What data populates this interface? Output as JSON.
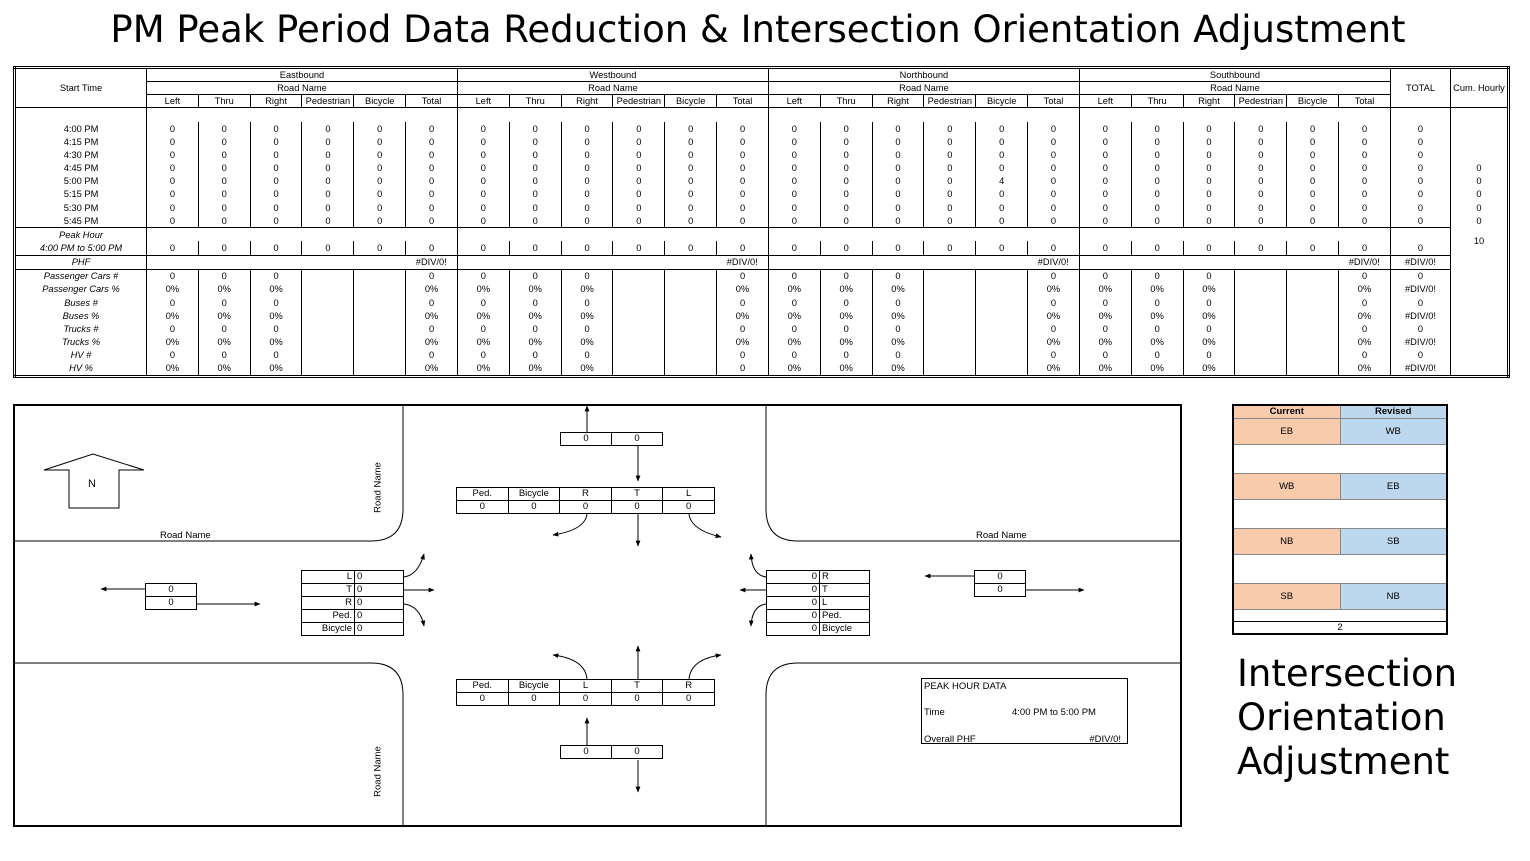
{
  "title": "PM Peak Period Data Reduction & Intersection Orientation Adjustment",
  "table": {
    "start_time_label": "Start Time",
    "total_label": "TOTAL",
    "cum_hourly_label": "Cum. Hourly",
    "approaches": [
      {
        "name": "Eastbound",
        "road": "Road Name"
      },
      {
        "name": "Westbound",
        "road": "Road Name"
      },
      {
        "name": "Northbound",
        "road": "Road Name"
      },
      {
        "name": "Southbound",
        "road": "Road Name"
      }
    ],
    "subcols": [
      "Left",
      "Thru",
      "Right",
      "Pedestrian",
      "Bicycle",
      "Total"
    ],
    "times": [
      "4:00 PM",
      "4:15 PM",
      "4:30 PM",
      "4:45 PM",
      "5:00 PM",
      "5:15 PM",
      "5:30 PM",
      "5:45 PM"
    ],
    "interval_rows": [
      [
        "0",
        "0",
        "0",
        "0",
        "0",
        "0",
        "0",
        "0",
        "0",
        "0",
        "0",
        "0",
        "0",
        "0",
        "0",
        "0",
        "0",
        "0",
        "0",
        "0",
        "0",
        "0",
        "0",
        "0",
        "0"
      ],
      [
        "0",
        "0",
        "0",
        "0",
        "0",
        "0",
        "0",
        "0",
        "0",
        "0",
        "0",
        "0",
        "0",
        "0",
        "0",
        "0",
        "0",
        "0",
        "0",
        "0",
        "0",
        "0",
        "0",
        "0",
        "0"
      ],
      [
        "0",
        "0",
        "0",
        "0",
        "0",
        "0",
        "0",
        "0",
        "0",
        "0",
        "0",
        "0",
        "0",
        "0",
        "0",
        "0",
        "0",
        "0",
        "0",
        "0",
        "0",
        "0",
        "0",
        "0",
        "0"
      ],
      [
        "0",
        "0",
        "0",
        "0",
        "0",
        "0",
        "0",
        "0",
        "0",
        "0",
        "0",
        "0",
        "0",
        "0",
        "0",
        "0",
        "0",
        "0",
        "0",
        "0",
        "0",
        "0",
        "0",
        "0",
        "0"
      ],
      [
        "0",
        "0",
        "0",
        "0",
        "0",
        "0",
        "0",
        "0",
        "0",
        "0",
        "0",
        "0",
        "0",
        "0",
        "0",
        "0",
        "4",
        "0",
        "0",
        "0",
        "0",
        "0",
        "0",
        "0",
        "0"
      ],
      [
        "0",
        "0",
        "0",
        "0",
        "0",
        "0",
        "0",
        "0",
        "0",
        "0",
        "0",
        "0",
        "0",
        "0",
        "0",
        "0",
        "0",
        "0",
        "0",
        "0",
        "0",
        "0",
        "0",
        "0",
        "0"
      ],
      [
        "0",
        "0",
        "0",
        "0",
        "0",
        "0",
        "0",
        "0",
        "0",
        "0",
        "0",
        "0",
        "0",
        "0",
        "0",
        "0",
        "0",
        "0",
        "0",
        "0",
        "0",
        "0",
        "0",
        "0",
        "0"
      ],
      [
        "0",
        "0",
        "0",
        "0",
        "0",
        "0",
        "0",
        "0",
        "0",
        "0",
        "0",
        "0",
        "0",
        "0",
        "0",
        "0",
        "0",
        "0",
        "0",
        "0",
        "0",
        "0",
        "0",
        "0",
        "0"
      ]
    ],
    "cum_hourly": [
      "",
      "",
      "",
      "0",
      "0",
      "0",
      "0",
      "0",
      "10"
    ],
    "peak_hour_label": "Peak Hour",
    "peak_hour_range": "4:00 PM to 5:00 PM",
    "peak_row": [
      "0",
      "0",
      "0",
      "0",
      "0",
      "0",
      "0",
      "0",
      "0",
      "0",
      "0",
      "0",
      "0",
      "0",
      "0",
      "0",
      "0",
      "0",
      "0",
      "0",
      "0",
      "0",
      "0",
      "0",
      "0"
    ],
    "phf_label": "PHF",
    "phf": [
      "#DIV/0!",
      "#DIV/0!",
      "#DIV/0!",
      "#DIV/0!",
      "#DIV/0!"
    ],
    "vehicle_rows": [
      {
        "label": "Passenger Cars #",
        "approaches": [
          [
            "0",
            "0",
            "0",
            "0"
          ],
          [
            "0",
            "0",
            "0",
            "0"
          ],
          [
            "0",
            "0",
            "0",
            "0"
          ],
          [
            "0",
            "0",
            "0",
            "0"
          ]
        ],
        "total": "0"
      },
      {
        "label": "Passenger Cars %",
        "approaches": [
          [
            "0%",
            "0%",
            "0%",
            "0%"
          ],
          [
            "0%",
            "0%",
            "0%",
            "0%"
          ],
          [
            "0%",
            "0%",
            "0%",
            "0%"
          ],
          [
            "0%",
            "0%",
            "0%",
            "0%"
          ]
        ],
        "total": "#DIV/0!"
      },
      {
        "label": "Buses #",
        "approaches": [
          [
            "0",
            "0",
            "0",
            "0"
          ],
          [
            "0",
            "0",
            "0",
            "0"
          ],
          [
            "0",
            "0",
            "0",
            "0"
          ],
          [
            "0",
            "0",
            "0",
            "0"
          ]
        ],
        "total": "0"
      },
      {
        "label": "Buses %",
        "approaches": [
          [
            "0%",
            "0%",
            "0%",
            "0%"
          ],
          [
            "0%",
            "0%",
            "0%",
            "0%"
          ],
          [
            "0%",
            "0%",
            "0%",
            "0%"
          ],
          [
            "0%",
            "0%",
            "0%",
            "0%"
          ]
        ],
        "total": "#DIV/0!"
      },
      {
        "label": "Trucks #",
        "approaches": [
          [
            "0",
            "0",
            "0",
            "0"
          ],
          [
            "0",
            "0",
            "0",
            "0"
          ],
          [
            "0",
            "0",
            "0",
            "0"
          ],
          [
            "0",
            "0",
            "0",
            "0"
          ]
        ],
        "total": "0"
      },
      {
        "label": "Trucks %",
        "approaches": [
          [
            "0%",
            "0%",
            "0%",
            "0%"
          ],
          [
            "0%",
            "0%",
            "0%",
            "0%"
          ],
          [
            "0%",
            "0%",
            "0%",
            "0%"
          ],
          [
            "0%",
            "0%",
            "0%",
            "0%"
          ]
        ],
        "total": "#DIV/0!"
      },
      {
        "label": "HV #",
        "approaches": [
          [
            "0",
            "0",
            "0",
            "0"
          ],
          [
            "0",
            "0",
            "0",
            "0"
          ],
          [
            "0",
            "0",
            "0",
            "0"
          ],
          [
            "0",
            "0",
            "0",
            "0"
          ]
        ],
        "total": "0"
      },
      {
        "label": "HV %",
        "approaches": [
          [
            "0%",
            "0%",
            "0%",
            "0%"
          ],
          [
            "0%",
            "0%",
            "0%",
            "0"
          ],
          [
            "0%",
            "0%",
            "0%",
            "0%"
          ],
          [
            "0%",
            "0%",
            "0%",
            "0%"
          ]
        ],
        "total": "#DIV/0!"
      }
    ]
  },
  "diagram": {
    "north_label": "N",
    "road_name": "Road Name",
    "north_in_out": [
      "0",
      "0"
    ],
    "south_in_out": [
      "0",
      "0"
    ],
    "west_in_out": [
      "0",
      "0"
    ],
    "east_in_out": [
      "0",
      "0"
    ],
    "top_box": {
      "headers": [
        "Ped.",
        "Bicycle",
        "R",
        "T",
        "L"
      ],
      "values": [
        "0",
        "0",
        "0",
        "0",
        "0"
      ]
    },
    "bottom_box": {
      "headers": [
        "Ped.",
        "Bicycle",
        "L",
        "T",
        "R"
      ],
      "values": [
        "0",
        "0",
        "0",
        "0",
        "0"
      ]
    },
    "left_box": [
      {
        "label": "L",
        "value": "0"
      },
      {
        "label": "T",
        "value": "0"
      },
      {
        "label": "R",
        "value": "0"
      },
      {
        "label": "Ped.",
        "value": "0"
      },
      {
        "label": "Bicycle",
        "value": "0"
      }
    ],
    "right_box": [
      {
        "label": "R",
        "value": "0"
      },
      {
        "label": "T",
        "value": "0"
      },
      {
        "label": "L",
        "value": "0"
      },
      {
        "label": "Ped.",
        "value": "0"
      },
      {
        "label": "Bicycle",
        "value": "0"
      }
    ],
    "peak_hour_data": {
      "title": "PEAK HOUR DATA",
      "time_label": "Time",
      "time_value": "4:00 PM to 5:00 PM",
      "phf_label": "Overall PHF",
      "phf_value": "#DIV/0!"
    }
  },
  "orientation": {
    "current_label": "Current",
    "revised_label": "Revised",
    "rows": [
      {
        "current": "EB",
        "revised": "WB"
      },
      {
        "current": "WB",
        "revised": "EB"
      },
      {
        "current": "NB",
        "revised": "SB"
      },
      {
        "current": "SB",
        "revised": "NB"
      }
    ],
    "footer_value": "2",
    "title_lines": [
      "Intersection",
      "Orientation",
      "Adjustment"
    ],
    "colors": {
      "current": "#f8cbad",
      "revised": "#bdd7ee"
    }
  }
}
